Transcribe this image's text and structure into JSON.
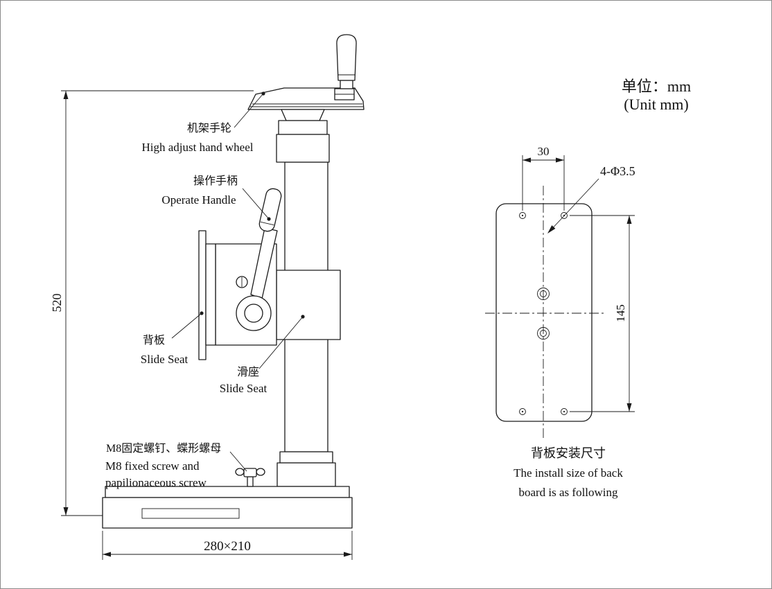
{
  "unit_note": {
    "cn": "单位：mm",
    "en": "(Unit mm)"
  },
  "side_view": {
    "labels": {
      "hand_wheel_cn": "机架手轮",
      "hand_wheel_en": "High adjust hand wheel",
      "operate_handle_cn": "操作手柄",
      "operate_handle_en": "Operate Handle",
      "back_board_cn": "背板",
      "back_board_en": "Slide Seat",
      "slide_seat_cn": "滑座",
      "slide_seat_en": "Slide Seat",
      "m8_cn": "M8固定螺钉、蝶形螺母",
      "m8_en_line1": "M8 fixed screw and",
      "m8_en_line2": "papilionaceous screw"
    },
    "dims": {
      "height": "520",
      "base": "280×210"
    }
  },
  "back_board_view": {
    "dims": {
      "hole_pitch_h": "30",
      "hole_callout": "4-Φ3.5",
      "hole_pitch_v": "145"
    },
    "caption_cn": "背板安装尺寸",
    "caption_en_line1": "The install size of back",
    "caption_en_line2": "board is as following"
  }
}
